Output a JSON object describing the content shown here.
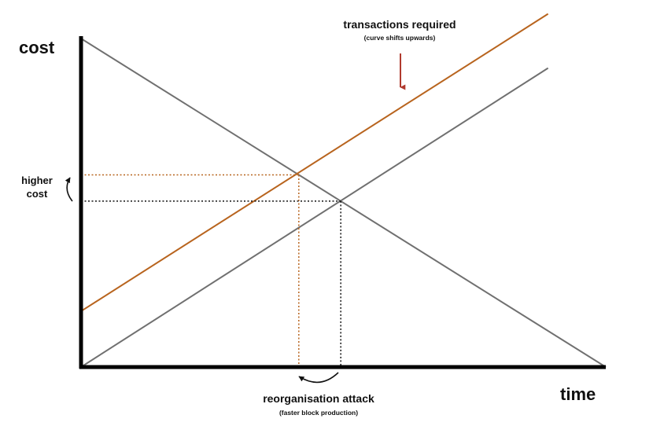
{
  "chart_data": {
    "type": "line",
    "title": "",
    "xlabel": "time",
    "ylabel": "cost",
    "xlim": [
      0,
      100
    ],
    "ylim": [
      0,
      100
    ],
    "grid": false,
    "legend": "none",
    "series": [
      {
        "x": [
          0,
          100
        ],
        "y": [
          100,
          0
        ],
        "color": "#707070"
      },
      {
        "x": [
          0,
          89
        ],
        "y": [
          0,
          91
        ],
        "color": "#707070"
      },
      {
        "x": [
          0,
          89
        ],
        "y": [
          17,
          107.5
        ],
        "color": "#b8641e"
      }
    ],
    "reference_lines": [
      {
        "x": 41.5,
        "y": 58.5,
        "color": "#b8641e",
        "style": "dotted"
      },
      {
        "x": 49.5,
        "y": 50.5,
        "color": "#111111",
        "style": "dotted"
      }
    ],
    "annotations": {
      "top": {
        "main": "transactions required",
        "sub": "(curve shifts upwards)",
        "arrow_color": "#b03a2e"
      },
      "left": {
        "line1": "higher",
        "line2": "cost"
      },
      "bottom": {
        "main": "reorganisation attack",
        "sub": "(faster block production)"
      }
    }
  }
}
